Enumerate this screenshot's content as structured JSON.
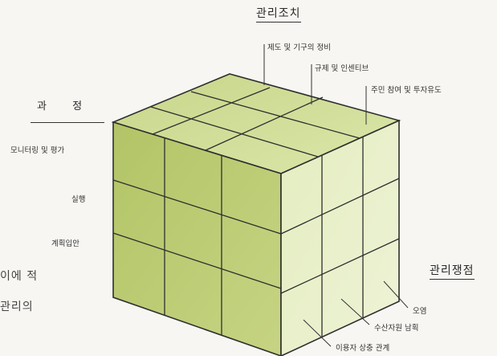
{
  "axes": {
    "management_measures": {
      "title": "관리조치",
      "items": [
        "제도 및 기구의 정비",
        "규제 및 인센티브",
        "주민 참여 및 투자유도"
      ]
    },
    "process": {
      "title": "과 정",
      "items": [
        "모니터링 및 평가",
        "실행",
        "계획입안"
      ]
    },
    "management_issues": {
      "title": "관리쟁점",
      "items": [
        "오염",
        "수산자원 남획",
        "이용자 상충 관계"
      ]
    }
  },
  "background_text": [
    "이에 적",
    "관리의"
  ],
  "colors": {
    "front_face": "#bccc74",
    "top_face": "#d3e09a",
    "side_face": "#e7efc4",
    "edge": "#2f2f2f"
  }
}
